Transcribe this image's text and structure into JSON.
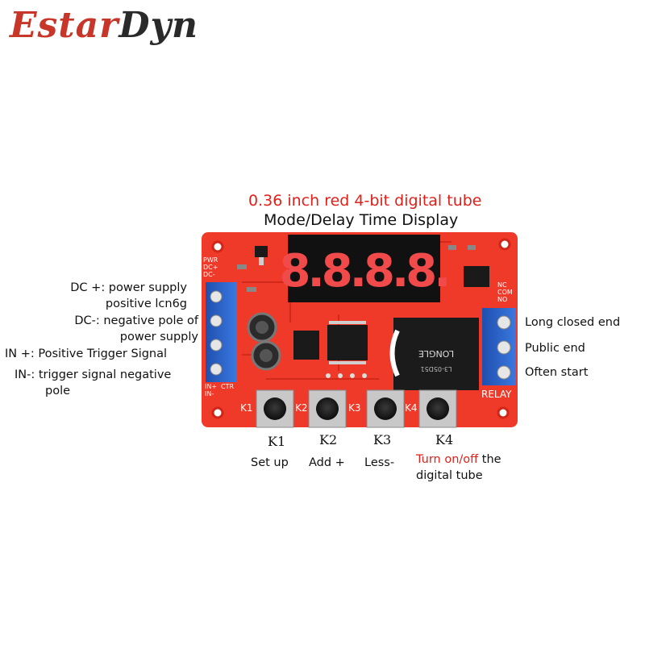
{
  "brand": {
    "part1": "Estar",
    "part2": "Dyn"
  },
  "display": {
    "title": "0.36 inch red 4-bit digital tube",
    "subtitle": "Mode/Delay Time Display",
    "digits": "8.8.8.8."
  },
  "left_labels": [
    {
      "line1": "DC +: power supply",
      "line2": "positive lcn6g"
    },
    {
      "line1": "DC-: negative pole of",
      "line2": "power supply"
    },
    {
      "line1": "IN +: Positive Trigger Signal",
      "line2": ""
    },
    {
      "line1": "IN-: trigger signal negative",
      "line2": "pole"
    }
  ],
  "right_labels": [
    "Long closed end",
    "Public end",
    "Often start"
  ],
  "buttons": [
    {
      "key": "K1",
      "label": "Set up"
    },
    {
      "key": "K2",
      "label": "Add +"
    },
    {
      "key": "K3",
      "label": "Less-"
    },
    {
      "key": "K4",
      "label_red": "Turn on/off",
      "label_rest": " the",
      "label_line2": "digital tube"
    }
  ],
  "board": {
    "silk_left": [
      "PWR",
      "DC+",
      "DC-"
    ],
    "silk_bottom_left": [
      "IN+",
      "IN-",
      "CTR"
    ],
    "silk_right": [
      "NC",
      "COM",
      "NO"
    ],
    "relay_label": "RELAY",
    "relay_print": [
      "LONGLE",
      "L3-05D51"
    ],
    "key_silk": [
      "K1",
      "K2",
      "K3",
      "K4"
    ]
  },
  "colors": {
    "board": "#ef3a2a",
    "accent_red": "#e0201a",
    "terminal_blue": "#2a62c8"
  }
}
